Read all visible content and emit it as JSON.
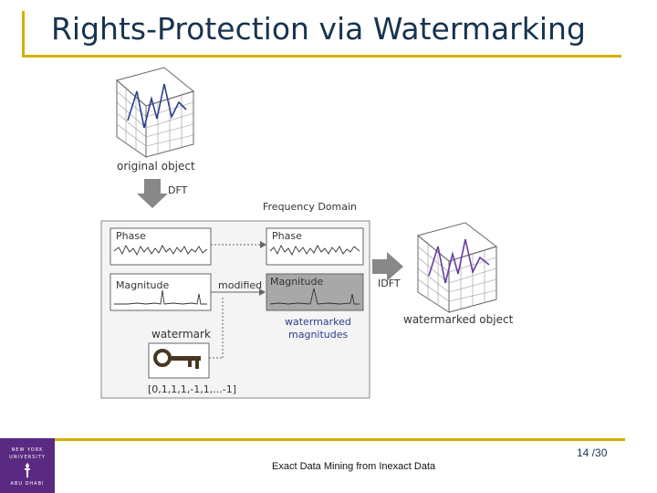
{
  "title": "Rights-Protection via Watermarking",
  "diagram": {
    "original_object": "original object",
    "dft": "DFT",
    "frequency_domain": "Frequency Domain",
    "phase_left": "Phase",
    "magnitude_left": "Magnitude",
    "modified": "modified",
    "phase_right": "Phase",
    "magnitude_right": "Magnitude",
    "idft": "IDFT",
    "watermarked_object": "watermarked object",
    "watermarked_magnitudes_1": "watermarked",
    "watermarked_magnitudes_2": "magnitudes",
    "watermark": "watermark",
    "watermark_bits": "[0,1,1,1,-1,1,...-1]"
  },
  "footer": {
    "text": "Exact Data Mining from Inexact Data",
    "page": "14 /30",
    "logo_line1": "NEW YORK",
    "logo_line2": "UNIVERSITY",
    "logo_line3": "ABU DHABI"
  },
  "colors": {
    "accent": "#d4b000",
    "title": "#17334f",
    "logo": "#5a2a82",
    "curve": "#2b3f8f",
    "watermark_curve": "#6a3aa8"
  }
}
